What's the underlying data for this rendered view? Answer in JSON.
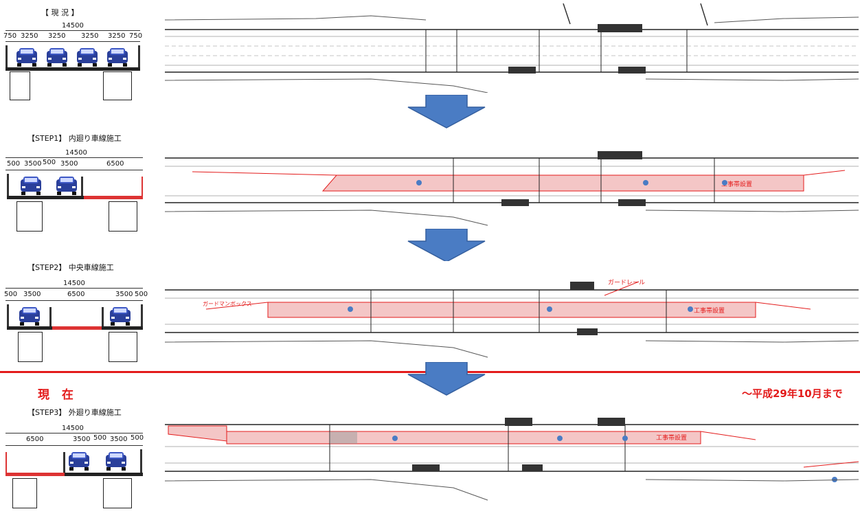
{
  "stages": [
    {
      "title": "【 現 況 】",
      "total": "14500",
      "segments": [
        "750",
        "3250",
        "3250",
        "3250",
        "3250",
        "750"
      ]
    },
    {
      "title": "【STEP1】 内廻り車線施工",
      "total": "14500",
      "segments": [
        "500",
        "3500",
        "500",
        "3500",
        "6500"
      ]
    },
    {
      "title": "【STEP2】 中央車線施工",
      "total": "14500",
      "segments": [
        "500",
        "3500",
        "6500",
        "3500",
        "500"
      ]
    },
    {
      "title": "【STEP3】 外廻り車線施工",
      "total": "14500",
      "segments": [
        "6500",
        "3500",
        "500",
        "3500",
        "500"
      ]
    }
  ],
  "status": {
    "now": "現 在",
    "until": "～平成29年10月まで"
  },
  "plan_labels": {
    "work_zone": "工事帯設置",
    "guardman": "ガードマンボックス",
    "guardrail": "ガードレール"
  },
  "colors": {
    "arrow": "#4a7cc4",
    "red": "#e31b1b",
    "hatch": "#f4c6c6",
    "car": "#2a3f9a"
  }
}
